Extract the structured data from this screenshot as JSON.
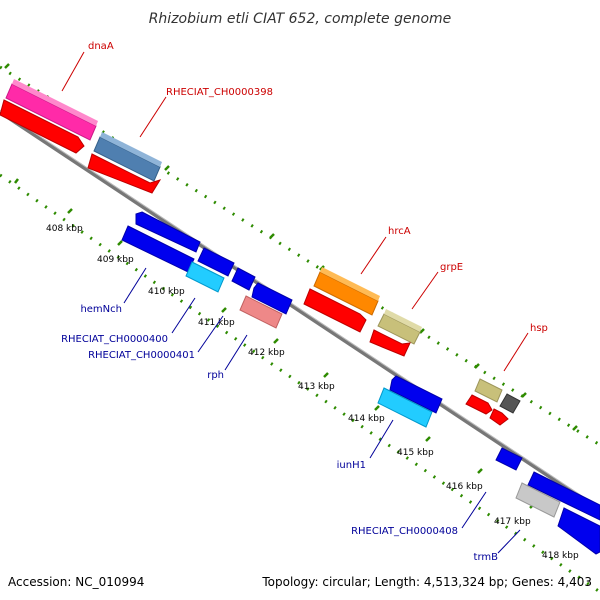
{
  "title": "Rhizobium etli CIAT 652, complete genome",
  "footer": {
    "accession": "Accession: NC_010994",
    "stats": "Topology: circular; Length: 4,513,324 bp; Genes: 4,403"
  },
  "scale_labels": [
    "408 kbp",
    "409 kbp",
    "410 kbp",
    "411 kbp",
    "412 kbp",
    "413 kbp",
    "414 kbp",
    "415 kbp",
    "416 kbp",
    "417 kbp",
    "418 kbp"
  ],
  "gene_labels": {
    "dnaA": "dnaA",
    "ch398": "RHECIAT_CH0000398",
    "hrcA": "hrcA",
    "grpE": "grpE",
    "hsp": "hsp",
    "hemNch": "hemNch",
    "ch400": "RHECIAT_CH0000400",
    "ch401": "RHECIAT_CH0000401",
    "rph": "rph",
    "iunH1": "iunH1",
    "ch408": "RHECIAT_CH0000408",
    "trmB": "trmB"
  },
  "colors": {
    "backbone": "#888888",
    "dots": "#2e8b00",
    "magenta": "#ff2aa8",
    "red": "#ff0000",
    "steelblue": "#4f7fb0",
    "orange": "#ff8800",
    "khaki": "#c8c07a",
    "darkgray": "#555555",
    "blue": "#0000ee",
    "cyan": "#22ccff",
    "salmon": "#ee8888",
    "lightgray": "#c8c8c8",
    "label_red": "#cc0000",
    "label_blue": "#000099"
  }
}
